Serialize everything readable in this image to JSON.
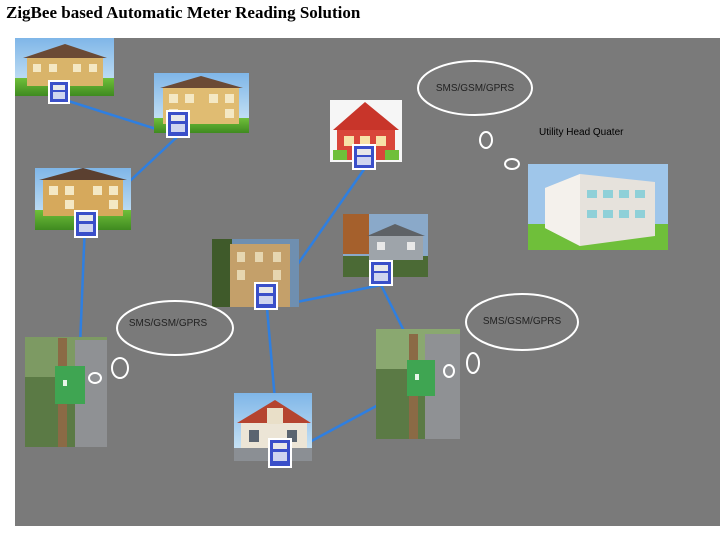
{
  "title": "ZigBee based Automatic Meter Reading Solution",
  "bubbles": [
    {
      "id": "bubble-top",
      "text": "SMS/GSM/GPRS"
    },
    {
      "id": "bubble-left",
      "text": "SMS/GSM/GPRS"
    },
    {
      "id": "bubble-right",
      "text": "SMS/GSM/GPRS"
    }
  ],
  "hq_label": "Utility Head Quater",
  "colors": {
    "background": "#7a7a7a",
    "link": "#2f7fe0",
    "meter": "#3a4fc9",
    "collector": "#3fa552"
  },
  "icons": [
    "house-icon",
    "meter-icon",
    "collector-box-icon",
    "office-building-icon"
  ]
}
